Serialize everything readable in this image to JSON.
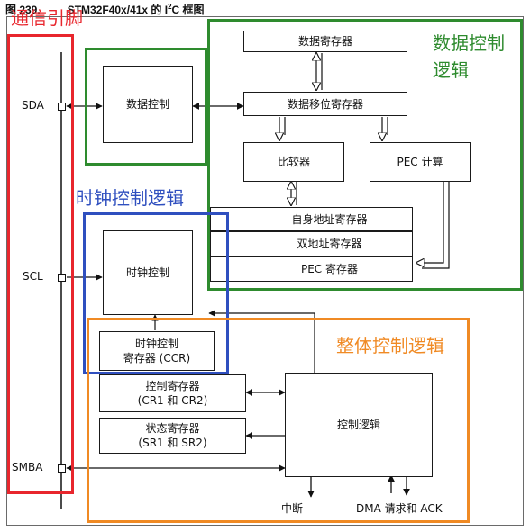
{
  "title": {
    "fig_num": "图 239.",
    "prefix": "STM32F40x/41x 的 I",
    "sup": "2",
    "suffix": "C 框图"
  },
  "pins": {
    "sda": "SDA",
    "scl": "SCL",
    "smba": "SMBA"
  },
  "blocks": {
    "data_control": "数据控制",
    "data_register": "数据寄存器",
    "data_shift_register": "数据移位寄存器",
    "comparator": "比较器",
    "pec_calc": "PEC 计算",
    "own_address_register": "自身地址寄存器",
    "dual_address_register": "双地址寄存器",
    "pec_register": "PEC 寄存器",
    "clock_control": "时钟控制",
    "ccr_line1": "时钟控制",
    "ccr_line2": "寄存器 (CCR)",
    "cr_line1": "控制寄存器",
    "cr_line2": "(CR1 和 CR2)",
    "sr_line1": "状态寄存器",
    "sr_line2": "(SR1 和 SR2)",
    "control_logic": "控制逻辑"
  },
  "outputs": {
    "interrupt": "中断",
    "dma": "DMA 请求和 ACK"
  },
  "annotations": {
    "comm_pins": {
      "text": "通信引脚",
      "color": "#e8262d"
    },
    "data_logic_line1": {
      "text": "数据控制",
      "color": "#2e8b2e"
    },
    "data_logic_line2": {
      "text": "逻辑",
      "color": "#2e8b2e"
    },
    "clock_logic": {
      "text": "时钟控制逻辑",
      "color": "#2f4fbf"
    },
    "overall_logic": {
      "text": "整体控制逻辑",
      "color": "#f08a24"
    }
  }
}
